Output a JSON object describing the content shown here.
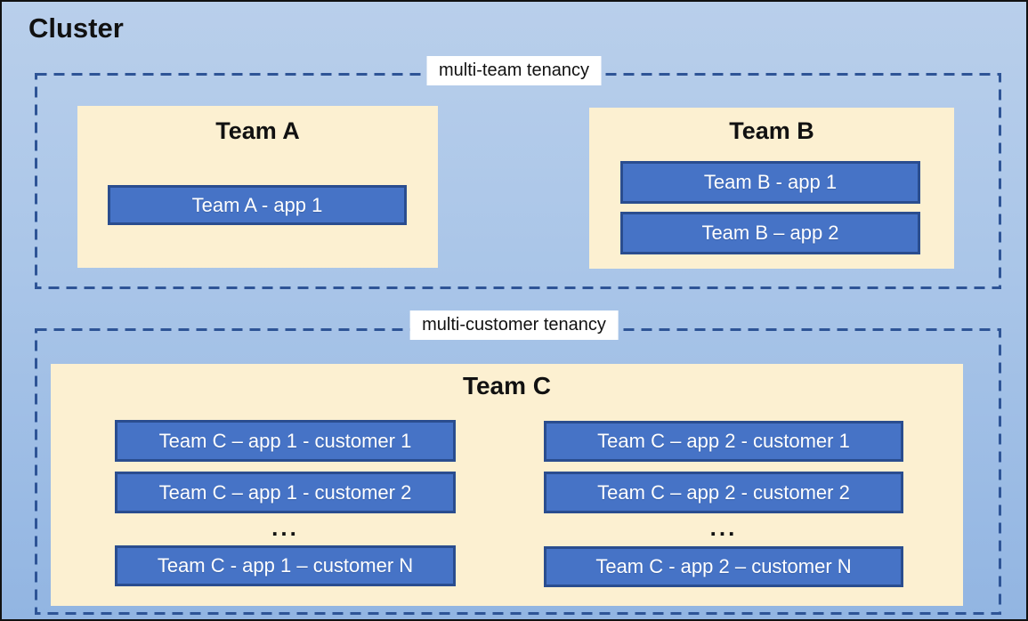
{
  "cluster": {
    "title": "Cluster"
  },
  "multi_team": {
    "label": "multi-team tenancy",
    "team_a": {
      "title": "Team A",
      "apps": [
        "Team A - app 1"
      ]
    },
    "team_b": {
      "title": "Team B",
      "apps": [
        "Team B - app 1",
        "Team B – app 2"
      ]
    }
  },
  "multi_customer": {
    "label": "multi-customer tenancy",
    "team_c": {
      "title": "Team C",
      "columns": [
        {
          "rows": [
            "Team C – app 1 - customer 1",
            "Team C – app 1 - customer 2"
          ],
          "ellipsis": "...",
          "last_row": "Team C - app 1 – customer N"
        },
        {
          "rows": [
            "Team C – app 2 - customer 1",
            "Team C – app 2 - customer 2"
          ],
          "ellipsis": "...",
          "last_row": "Team C - app 2 – customer N"
        }
      ]
    }
  },
  "colors": {
    "cluster_background_top": "#b9cfeb",
    "cluster_background_bottom": "#92b5e2",
    "team_box_fill": "#fcf0d1",
    "app_box_fill": "#4673c6",
    "app_box_border": "#2a4d8f",
    "dashed_border": "#2e5496",
    "app_text": "#ffffff",
    "label_background": "#ffffff",
    "title_text": "#111111",
    "outer_border": "#111111"
  }
}
